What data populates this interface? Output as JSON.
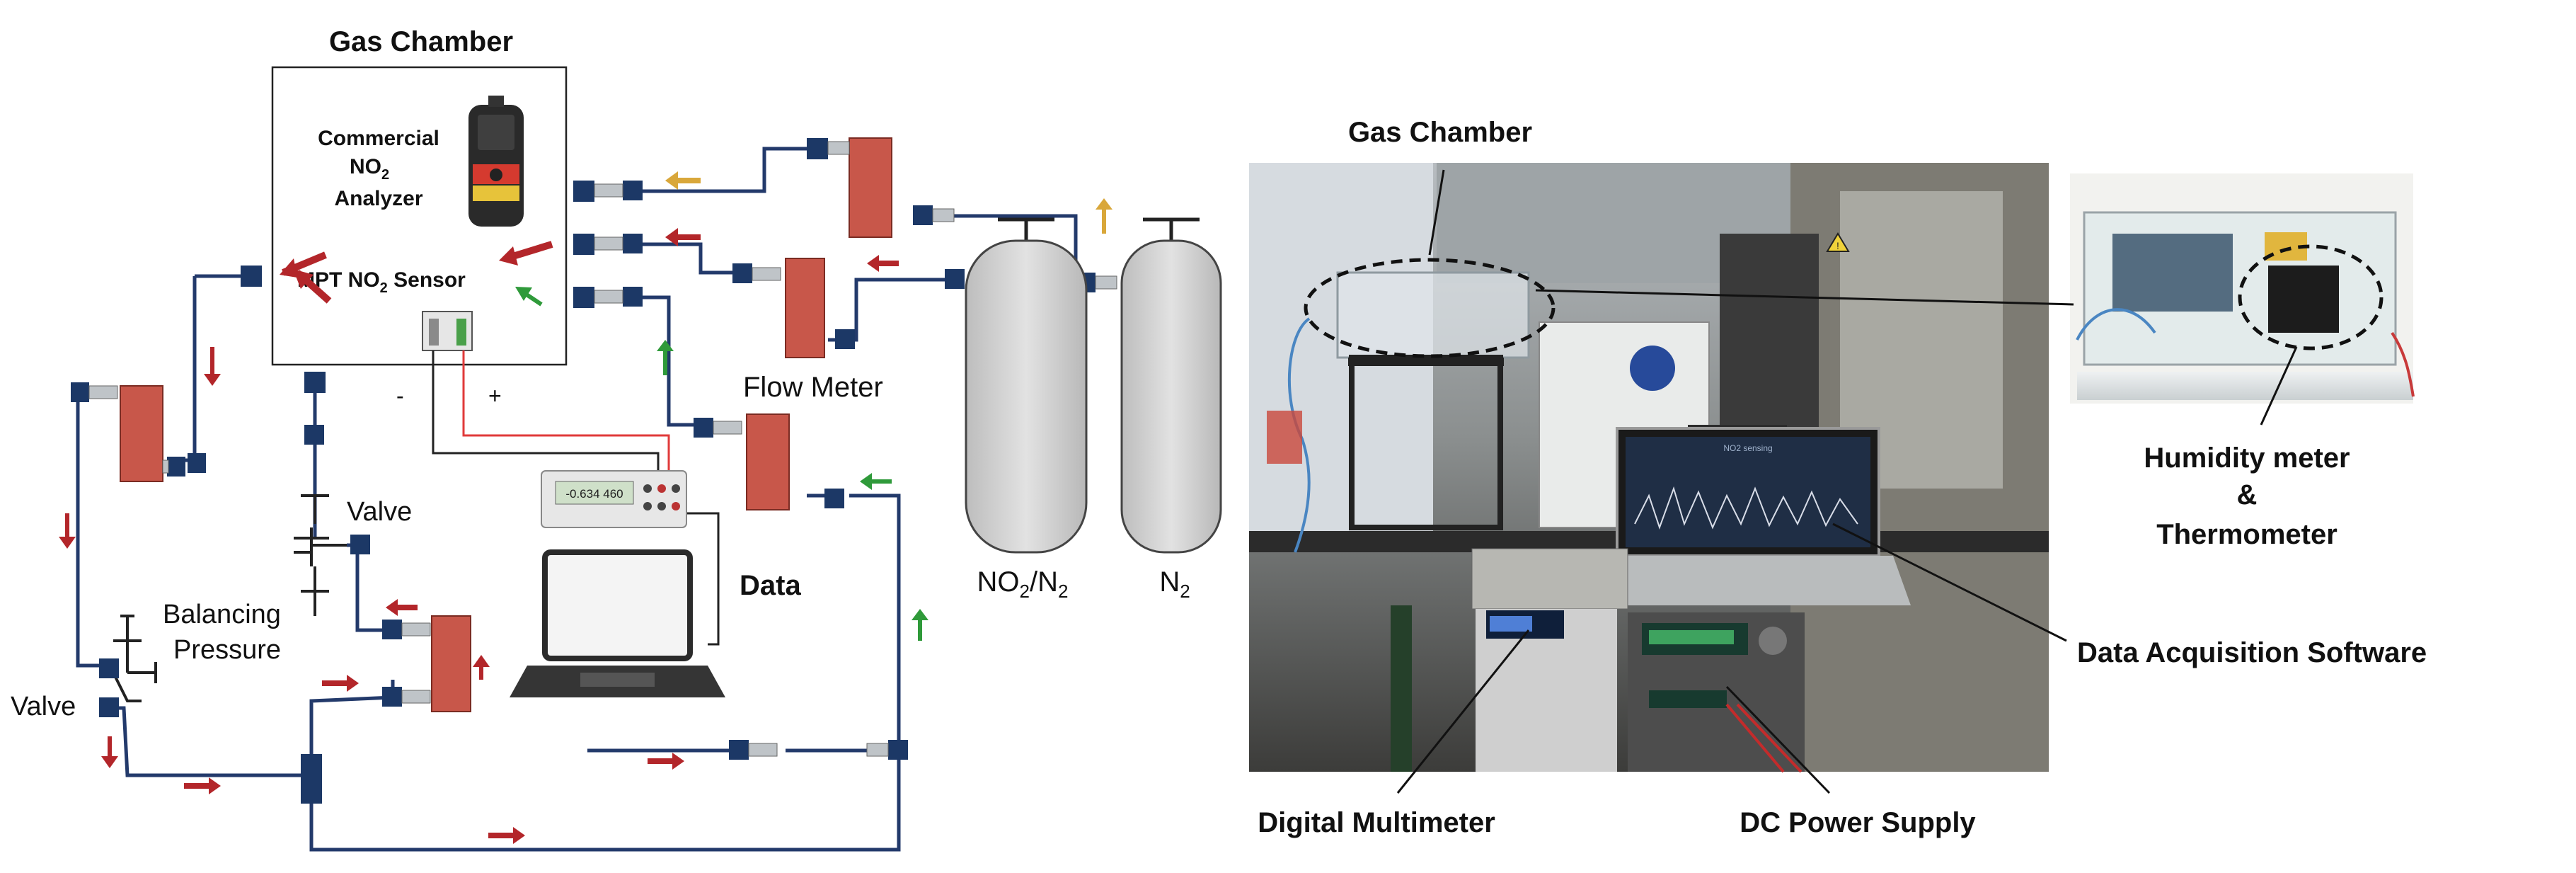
{
  "schematic": {
    "chamber_title": "Gas Chamber",
    "analyzer_lines": [
      "Commercial",
      "NO",
      "2",
      "Analyzer"
    ],
    "sensor_label_pre": "MPT NO",
    "sensor_label_sub": "2",
    "sensor_label_post": " Sensor",
    "minus": "-",
    "plus": "+",
    "valve_upper": "Valve",
    "valve_lower": "Valve",
    "balancing_line1": "Balancing",
    "balancing_line2": "Pressure",
    "flow_meter": "Flow Meter",
    "data": "Data",
    "cylinder_no2_pre": "NO",
    "cylinder_no2_sub": "2",
    "cylinder_no2_post": "/N",
    "cylinder_no2_sub2": "2",
    "cylinder_n2_pre": "N",
    "cylinder_n2_sub": "2",
    "multimeter_display": "-0.634 460"
  },
  "photo": {
    "gas_chamber": "Gas Chamber",
    "humidity_line1": "Humidity meter",
    "humidity_line2": "&",
    "humidity_line3": "Thermometer",
    "daq": "Data Acquisition Software",
    "multimeter": "Digital Multimeter",
    "dc_supply": "DC Power Supply",
    "caution": "!",
    "laptop_screen_title": "NO2 sensing"
  },
  "colors": {
    "tube": "#233a6b",
    "connector": "#1c3866",
    "flowmeter": "#c8574a",
    "arrow_red": "#b3262a",
    "arrow_green": "#2f9a3a",
    "arrow_yellow": "#d9a73a",
    "cylinder": "#d3d3d3",
    "wire_red": "#e03a3a"
  }
}
